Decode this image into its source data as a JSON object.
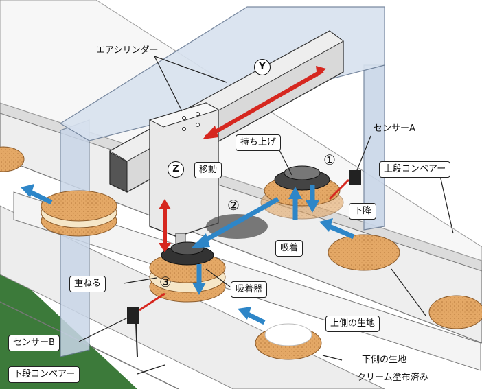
{
  "labels": {
    "air_cylinder": "エアシリンダー",
    "y_axis": "Y",
    "z_axis": "Z",
    "move": "移動",
    "lift": "持ち上げ",
    "lower": "下降",
    "suction": "吸着",
    "stack": "重ねる",
    "suction_cup": "吸着器",
    "sensor_a": "センサーA",
    "sensor_b": "センサーB",
    "upper_conveyor": "上段コンベアー",
    "lower_conveyor": "下段コンベアー",
    "upper_dough": "上側の生地",
    "lower_dough": "下側の生地",
    "cream_applied": "クリーム塗布済み"
  },
  "steps": {
    "step1": "①",
    "step2": "②",
    "step3": "③"
  },
  "colors": {
    "arrow_blue": "#2e86c8",
    "arrow_red": "#d6271f",
    "frame_blue": "#c9d6e8",
    "conveyor_green": "#3c7a3a",
    "cookie": "#e0a05a"
  }
}
